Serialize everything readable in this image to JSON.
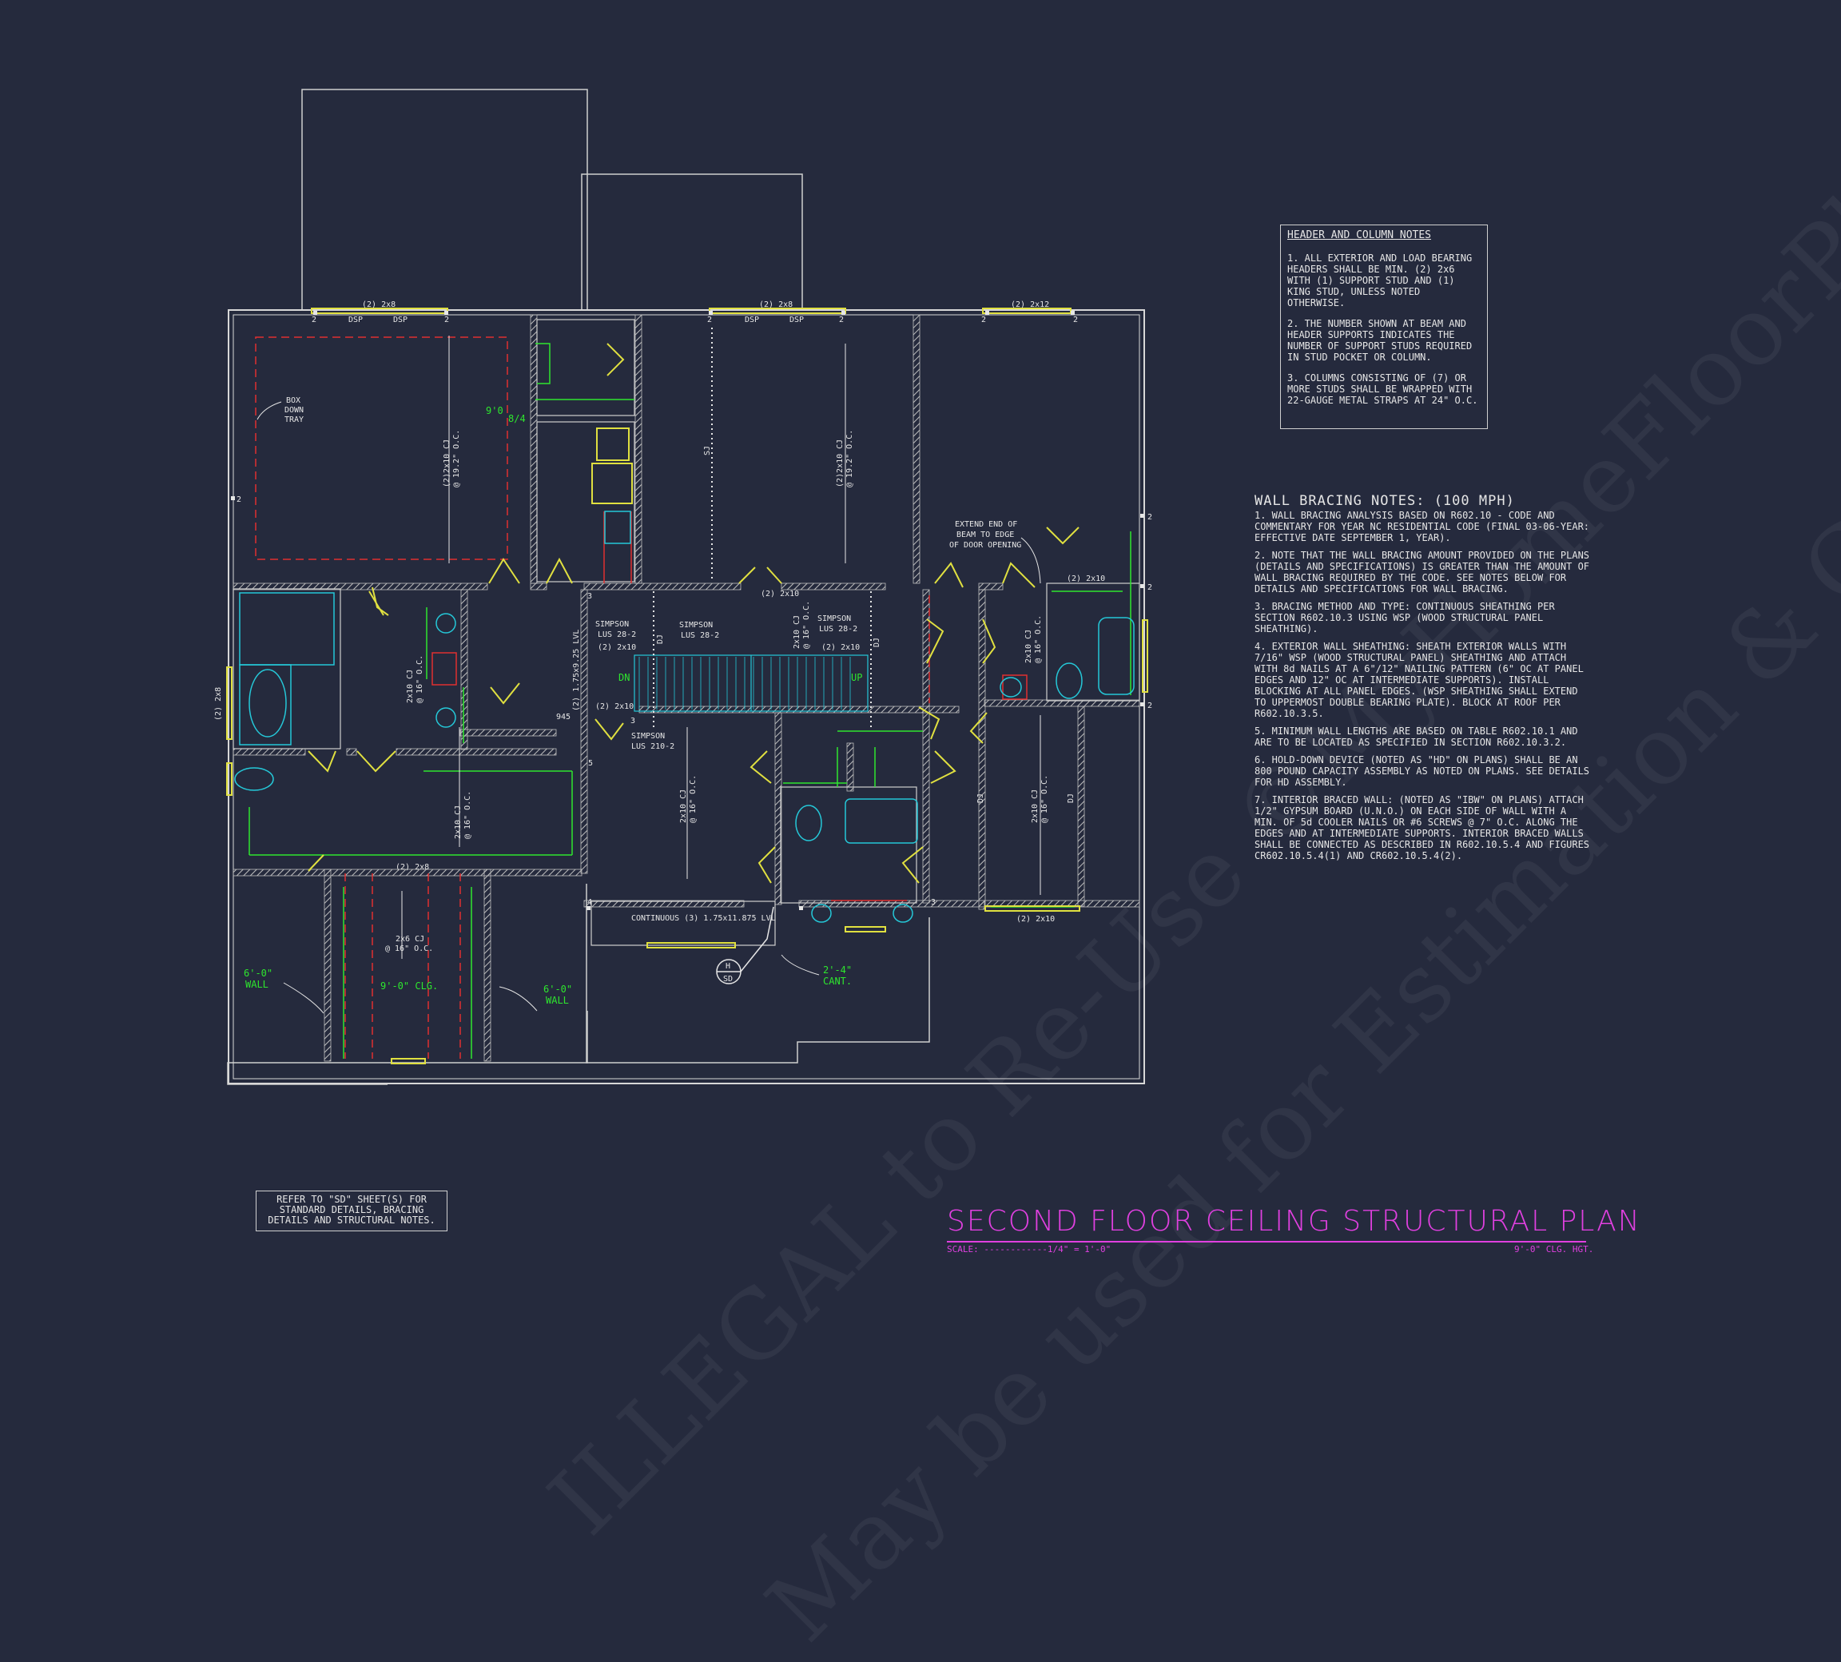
{
  "watermark": {
    "line1": "ILLEGAL to Re-Use ©MyHomeFloorPlans.com",
    "line2": "May be used for Estimation & Construction"
  },
  "header_notes": {
    "title": "HEADER AND COLUMN NOTES",
    "items": [
      "1. ALL EXTERIOR AND LOAD BEARING HEADERS SHALL BE MIN. (2) 2x6 WITH (1) SUPPORT STUD AND (1) KING STUD, UNLESS NOTED OTHERWISE.",
      "2. THE NUMBER SHOWN AT BEAM AND HEADER SUPPORTS INDICATES THE NUMBER OF SUPPORT STUDS REQUIRED IN STUD POCKET OR COLUMN.",
      "3. COLUMNS CONSISTING OF (7) OR MORE STUDS SHALL BE WRAPPED WITH 22-GAUGE METAL STRAPS AT 24\" O.C."
    ]
  },
  "bracing_notes": {
    "title": "WALL BRACING NOTES: (100 MPH)",
    "items": [
      "1. WALL BRACING ANALYSIS BASED ON R602.10 - CODE AND COMMENTARY FOR YEAR NC RESIDENTIAL CODE (FINAL 03-06-YEAR: EFFECTIVE DATE SEPTEMBER 1, YEAR).",
      "2. NOTE THAT THE WALL BRACING AMOUNT PROVIDED ON THE PLANS (DETAILS AND SPECIFICATIONS) IS GREATER THAN THE AMOUNT OF WALL BRACING REQUIRED BY THE CODE. SEE NOTES BELOW FOR DETAILS AND SPECIFICATIONS FOR WALL BRACING.",
      "3. BRACING METHOD AND TYPE: CONTINUOUS SHEATHING PER SECTION R602.10.3 USING WSP (WOOD STRUCTURAL PANEL SHEATHING).",
      "4. EXTERIOR WALL SHEATHING: SHEATH EXTERIOR WALLS WITH 7/16\" WSP (WOOD STRUCTURAL PANEL) SHEATHING AND ATTACH WITH 8d NAILS AT A 6\"/12\" NAILING PATTERN (6\" OC AT PANEL EDGES AND 12\" OC AT INTERMEDIATE SUPPORTS). INSTALL BLOCKING AT ALL PANEL EDGES. (WSP SHEATHING SHALL EXTEND TO UPPERMOST DOUBLE BEARING PLATE). BLOCK AT ROOF PER R602.10.3.5.",
      "5. MINIMUM WALL LENGTHS ARE BASED ON TABLE R602.10.1 AND ARE TO BE LOCATED AS SPECIFIED IN SECTION R602.10.3.2.",
      "6. HOLD-DOWN DEVICE (NOTED AS \"HD\" ON PLANS) SHALL BE AN 800 POUND CAPACITY ASSEMBLY AS NOTED ON PLANS. SEE DETAILS FOR HD ASSEMBLY.",
      "7. INTERIOR BRACED WALL: (NOTED AS \"IBW\" ON PLANS) ATTACH 1/2\" GYPSUM BOARD (U.N.O.) ON EACH SIDE OF WALL WITH A MIN. OF 5d COOLER NAILS OR #6 SCREWS @ 7\" O.C. ALONG THE EDGES AND AT INTERMEDIATE SUPPORTS. INTERIOR BRACED WALLS SHALL BE CONNECTED AS DESCRIBED IN R602.10.5.4 AND FIGURES CR602.10.5.4(1) AND CR602.10.5.4(2)."
    ]
  },
  "refer_note": "REFER TO \"SD\" SHEET(S) FOR STANDARD DETAILS, BRACING DETAILS AND STRUCTURAL NOTES.",
  "title_block": {
    "title": "SECOND FLOOR CEILING STRUCTURAL PLAN",
    "scale": "SCALE: ------------1/4\" = 1'-0\"",
    "height": "9'-0\" CLG. HGT."
  },
  "plan_labels": {
    "hdr_2x8": "(2) 2x8",
    "hdr_2x12": "(2) 2x12",
    "hdr_2x10": "(2) 2x10",
    "dsp": "DSP",
    "box_down_1": "BOX",
    "box_down_2": "DOWN",
    "box_down_3": "TRAY",
    "cj_2x10_192": "(2)2x10 CJ",
    "oc_192": "@ 19.2\" O.C.",
    "cj_2x10": "2x10 CJ",
    "oc_16": "@ 16\" O.C.",
    "sj": "SJ",
    "dj": "DJ",
    "nine_o": "9'0",
    "eight_four": "8/4",
    "extend_1": "EXTEND END OF",
    "extend_2": "BEAM TO EDGE",
    "extend_3": "OF DOOR OPENING",
    "simpson_lus": "SIMPSON",
    "lus_28_2": "LUS 28-2",
    "lus_210_2": "LUS 210-2",
    "lvl_vert": "(2) 1.75x9.25 LVL",
    "dn": "DN",
    "up": "UP",
    "continuous": "CONTINUOUS (3) 1.75x11.875 LVL",
    "cj_2x6": "2x6 CJ",
    "clg_9": "9'-0\" CLG.",
    "wall_6a": "6'-0\"",
    "wall_6b": "WALL",
    "cant_1": "2'-4\"",
    "cant_2": "CANT.",
    "h_label": "H",
    "sd_label": "SD",
    "two": "2",
    "three": "3",
    "four": "4",
    "five": "5",
    "tag_945": "945"
  },
  "colors": {
    "background": "#252a3d",
    "wall": "#d8d8d8",
    "joist_red": "#e03030",
    "green": "#2ee62e",
    "cyan": "#25c8d8",
    "yellow": "#e0e040",
    "magenta": "#e040e0"
  }
}
